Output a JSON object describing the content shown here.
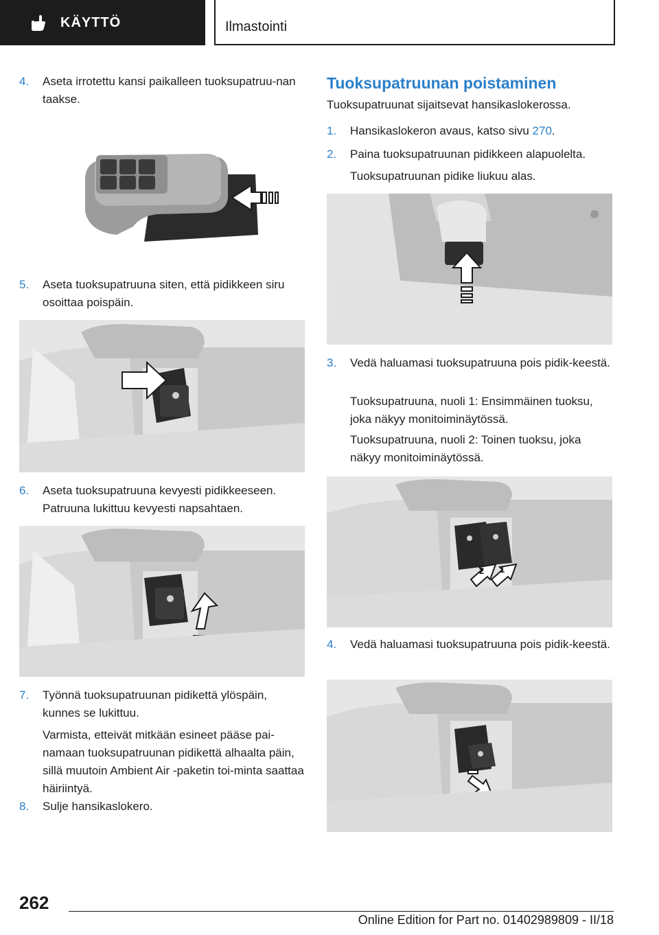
{
  "header": {
    "section": "KÄYTTÖ",
    "title": "Ilmastointi"
  },
  "left_column": {
    "step4": {
      "num": "4.",
      "text": "Aseta irrotettu kansi paikalleen tuoksupatruu-nan taakse."
    },
    "step5": {
      "num": "5.",
      "text": "Aseta tuoksupatruuna siten, että pidikkeen siru osoittaa poispäin."
    },
    "step6": {
      "num": "6.",
      "text": "Aseta tuoksupatruuna kevyesti pidikkeeseen. Patruuna lukittuu kevyesti napsahtaen."
    },
    "step7": {
      "num": "7.",
      "text": "Työnnä tuoksupatruunan pidikettä ylöspäin, kunnes se lukittuu."
    },
    "step7_note": "Varmista, etteivät mitkään esineet pääse pai-namaan tuoksupatruunan pidikettä alhaalta päin, sillä muutoin Ambient Air -paketin toi-minta saattaa häiriintyä.",
    "step8": {
      "num": "8.",
      "text": "Sulje hansikaslokero."
    }
  },
  "right_column": {
    "heading": "Tuoksupatruunan poistaminen",
    "intro": "Tuoksupatruunat sijaitsevat hansikaslokerossa.",
    "step1": {
      "num": "1.",
      "text": "Hansikaslokeron avaus, katso sivu ",
      "ref": "270",
      "end": "."
    },
    "step2": {
      "num": "2.",
      "text": "Paina tuoksupatruunan pidikkeen alapuolelta."
    },
    "step2_note": "Tuoksupatruunan pidike liukuu alas.",
    "step3": {
      "num": "3.",
      "text": "Vedä haluamasi tuoksupatruuna pois pidik-keestä."
    },
    "step3_note1": "Tuoksupatruuna, nuoli 1: Ensimmäinen tuoksu, joka näkyy monitoiminäytössä.",
    "step3_note2": "Tuoksupatruuna, nuoli 2: Toinen tuoksu, joka näkyy monitoiminäytössä.",
    "step4": {
      "num": "4.",
      "text": "Vedä haluamasi tuoksupatruuna pois pidik-keestä."
    },
    "arrow_labels": [
      "2",
      "1"
    ]
  },
  "footer": {
    "page_number": "262",
    "edition": "Online Edition for Part no. 01402989809 - II/18"
  },
  "colors": {
    "accent": "#2a7fc9",
    "header_bg": "#1c1c1c"
  }
}
